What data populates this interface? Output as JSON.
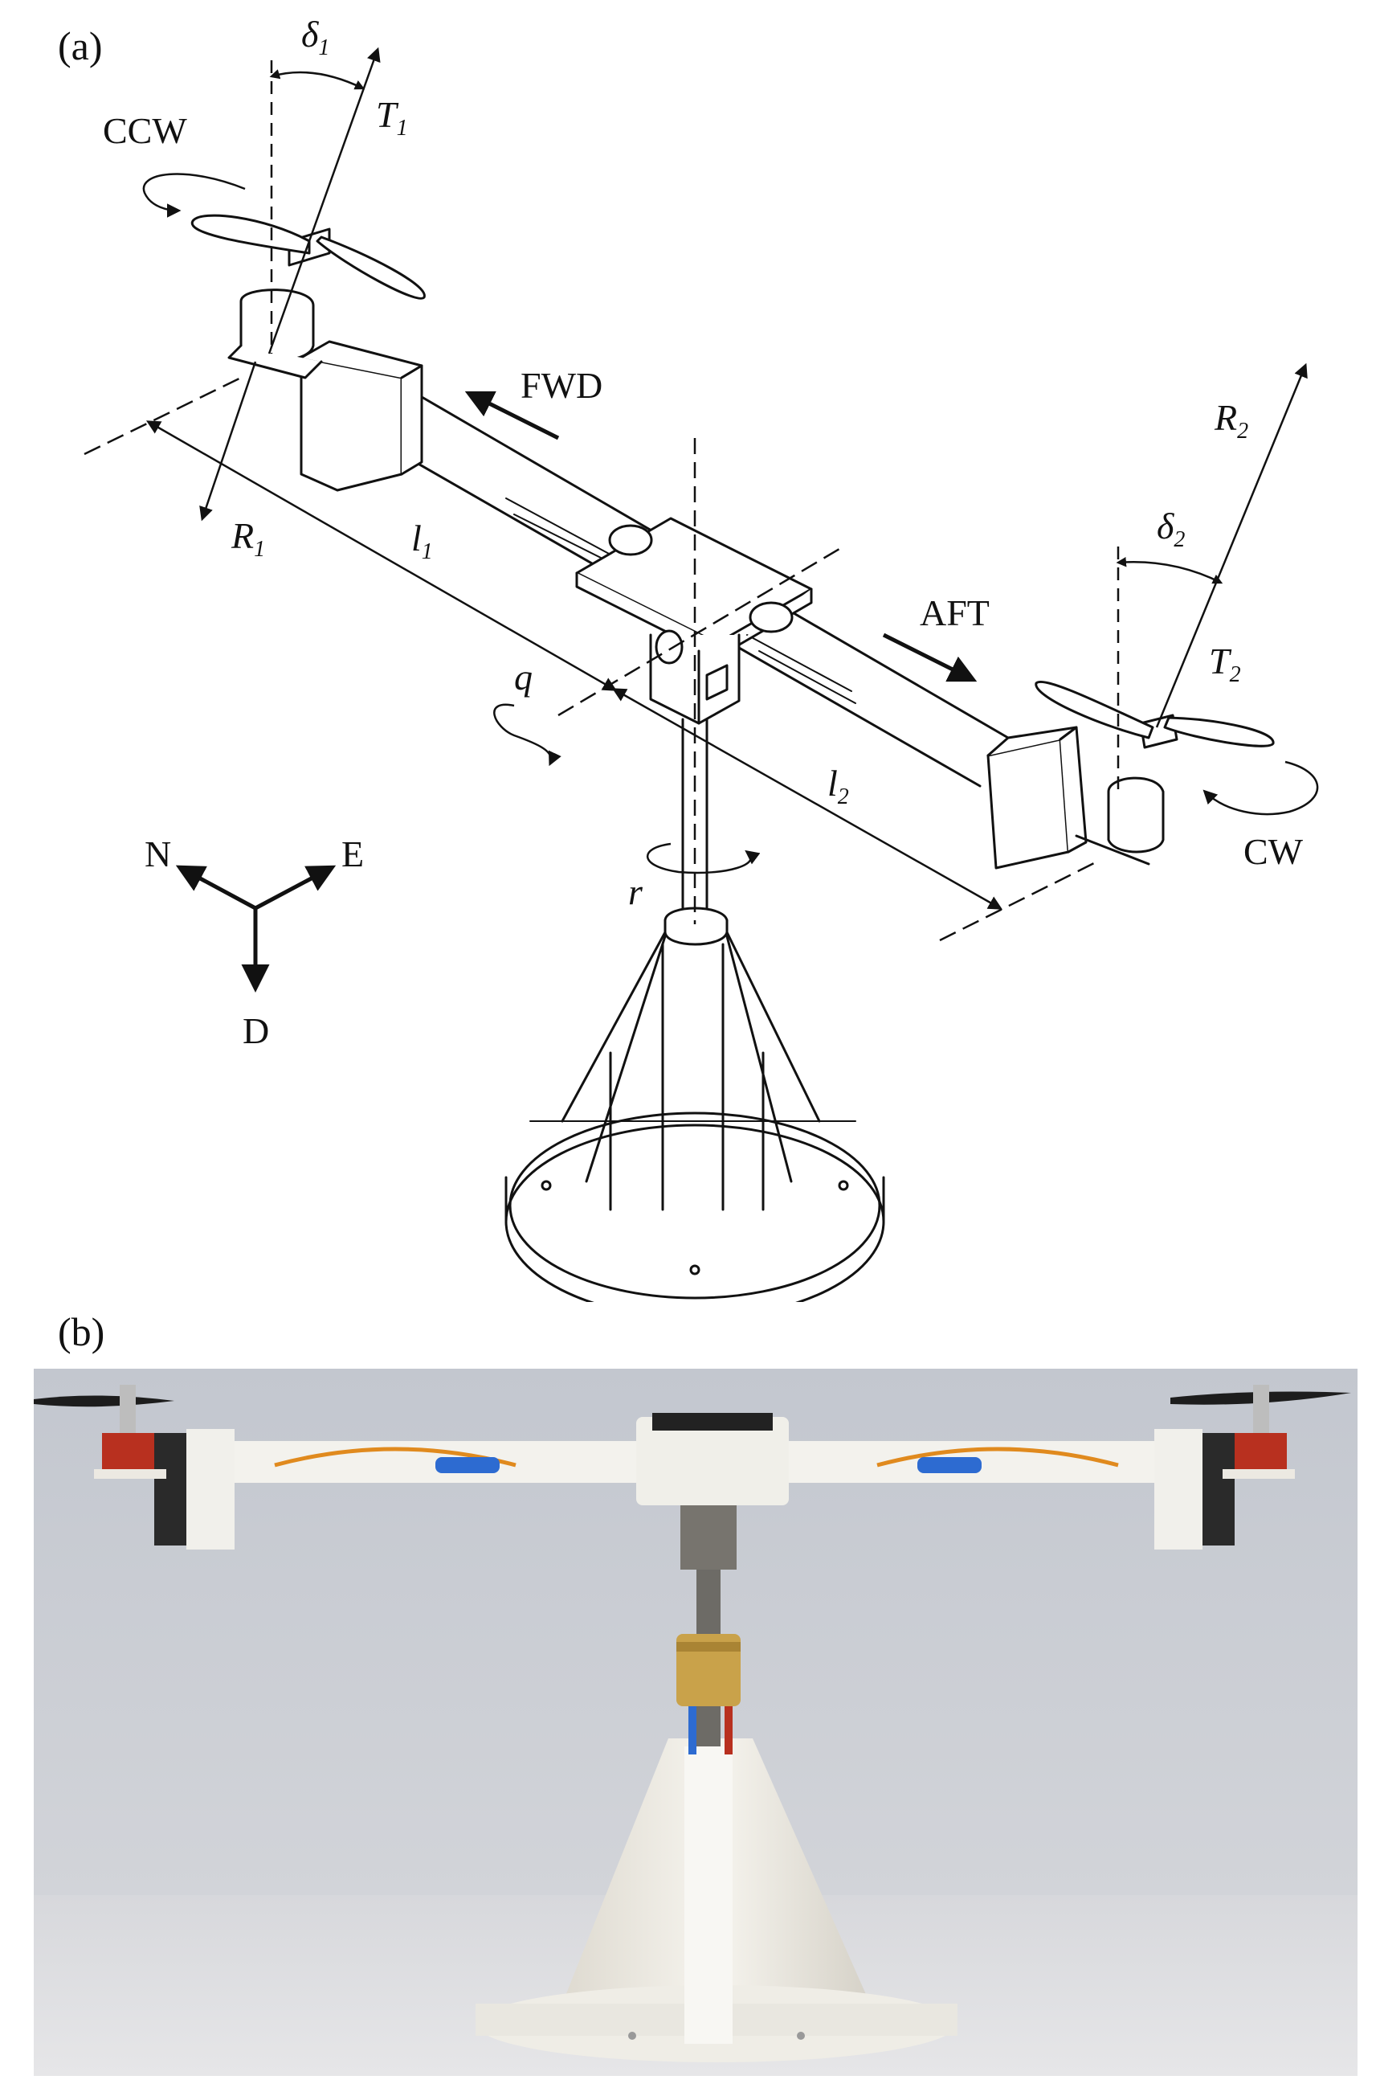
{
  "panels": {
    "a": "(a)",
    "b": "(b)"
  },
  "labels": {
    "delta1_base": "δ",
    "delta1_sub": "1",
    "T1_base": "T",
    "T1_sub": "1",
    "ccw": "CCW",
    "fwd": "FWD",
    "R1_base": "R",
    "R1_sub": "1",
    "l1_base": "l",
    "l1_sub": "1",
    "R2_base": "R",
    "R2_sub": "2",
    "delta2_base": "δ",
    "delta2_sub": "2",
    "aft": "AFT",
    "T2_base": "T",
    "T2_sub": "2",
    "q": "q",
    "l2_base": "l",
    "l2_sub": "2",
    "cw": "CW",
    "r": "r",
    "compass_n": "N",
    "compass_e": "E",
    "compass_d": "D"
  },
  "colors": {
    "line": "#111111",
    "photo_wall": "#c9ccd3",
    "photo_floor": "#dcdde0",
    "printed_part": "#f2f1ec",
    "brass": "#c9a24a",
    "motor_red": "#b8301f",
    "wire_blue": "#2d6bd1",
    "wire_orange": "#e08a1e"
  }
}
